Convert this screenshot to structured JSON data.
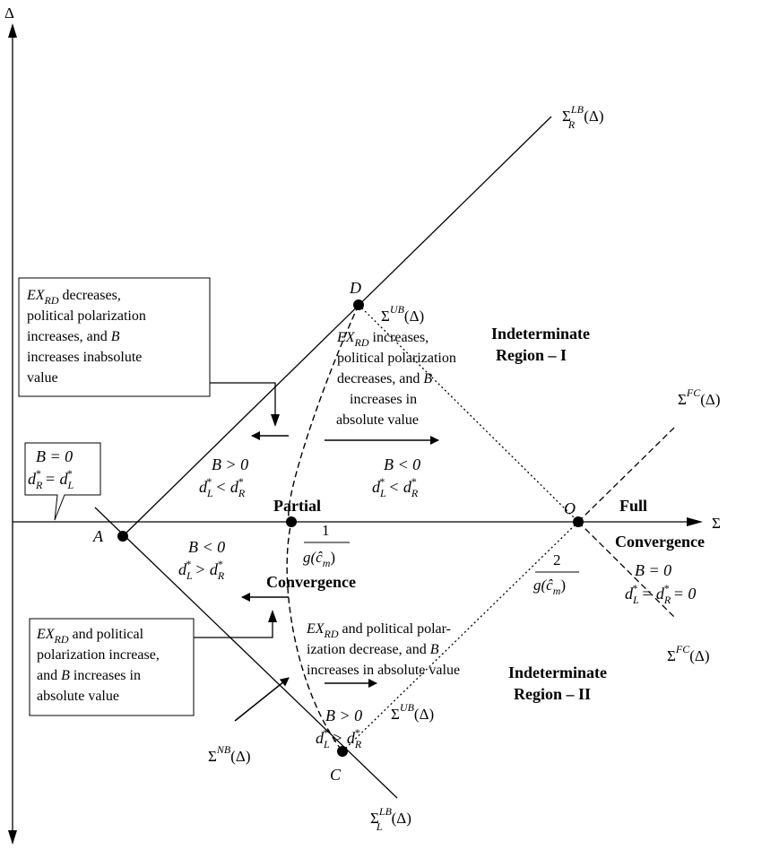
{
  "axes": {
    "y_label": "Δ",
    "x_label": "Σ"
  },
  "points": {
    "A": "A",
    "C": "C",
    "D": "D",
    "O": "O"
  },
  "curves": {
    "sigma_r_lb": {
      "base": "Σ",
      "sup": "LB",
      "sub": "R",
      "arg": "(Δ)"
    },
    "sigma_l_lb": {
      "base": "Σ",
      "sup": "LB",
      "sub": "L",
      "arg": "(Δ)"
    },
    "sigma_ub_top": {
      "base": "Σ",
      "sup": "UB",
      "arg": "(Δ)"
    },
    "sigma_ub_bottom": {
      "base": "Σ",
      "sup": "UB",
      "arg": "(Δ)"
    },
    "sigma_fc_top": {
      "base": "Σ",
      "sup": "FC",
      "arg": "(Δ)"
    },
    "sigma_fc_bottom": {
      "base": "Σ",
      "sup": "FC",
      "arg": "(Δ)"
    },
    "sigma_nb": {
      "base": "Σ",
      "sup": "NB",
      "arg": "(Δ)"
    }
  },
  "regions": {
    "indeterminate_1_line1": "Indeterminate",
    "indeterminate_1_line2": "Region – I",
    "indeterminate_2_line1": "Indeterminate",
    "indeterminate_2_line2": "Region – II",
    "partial": "Partial",
    "convergence_partial": "Convergence",
    "full": "Full",
    "convergence_full": "Convergence"
  },
  "ticks": {
    "one_num": "1",
    "two_num": "2",
    "denominator": "g(ĉ",
    "denominator_sub": "m",
    "denominator_close": ")"
  },
  "conditions": {
    "upper_left": {
      "b": "B > 0",
      "d": "d",
      "l": "L",
      "r": "R",
      "rel": " < "
    },
    "upper_right": {
      "b": "B < 0",
      "d": "d",
      "l": "L",
      "r": "R",
      "rel": " < "
    },
    "lower_left": {
      "b": "B < 0",
      "d": "d",
      "l": "L",
      "r": "R",
      "rel": " > "
    },
    "lower_right": {
      "b": "B > 0",
      "d": "d",
      "l": "L",
      "r": "R",
      "rel": " > "
    },
    "full": {
      "b": "B = 0",
      "d": "d",
      "l": "L",
      "r": "R",
      "rel": " = ",
      "tail": " = 0"
    },
    "box_b": "B = 0",
    "box_d": {
      "d": "d",
      "l": "L",
      "r": "R",
      "rel": " = "
    }
  },
  "notes": {
    "box1": [
      "decreases,",
      "political polarization",
      "increases, and",
      "increases inabsolute",
      "value"
    ],
    "upper_mid": [
      "increases,",
      "political polarization",
      "decreases, and",
      "increases in",
      "absolute value"
    ],
    "lower_mid": [
      "and political polar-",
      "ization decrease, and",
      "increases in absolute  value"
    ],
    "box2": [
      "and political",
      "polarization increase,",
      "and",
      "increases in",
      "absolute value"
    ],
    "ex_base": "EX",
    "ex_sub": "RD",
    "b_var": "B"
  }
}
